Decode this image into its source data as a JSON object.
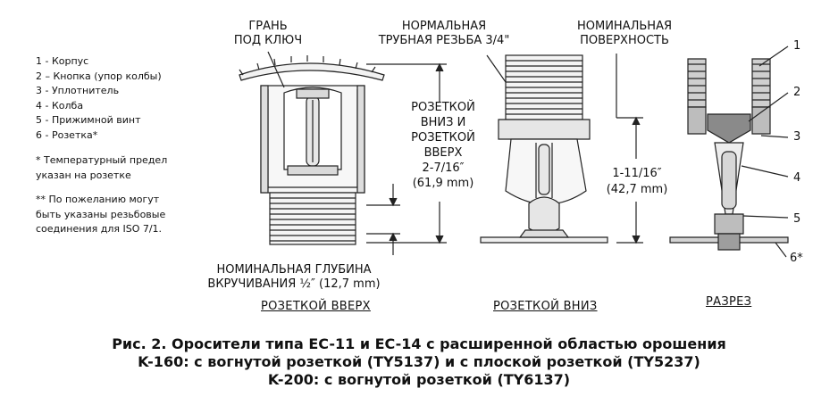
{
  "legend": [
    "1 - Корпус",
    "2 – Кнопка (упор колбы)",
    "3 - Уплотнитель",
    "4 - Колба",
    "5 - Прижимной винт",
    "6 - Розетка*"
  ],
  "notes": {
    "temp_1": "* Температурный предел",
    "temp_2": "указан на розетке",
    "iso_1": "** По пожеланию могут",
    "iso_2": "быть указаны резьбовые",
    "iso_3": "соединения для ISO 7/1."
  },
  "labels": {
    "wrench_1": "ГРАНЬ",
    "wrench_2": "ПОД КЛЮЧ",
    "thread_1": "НОРМАЛЬНАЯ",
    "thread_2": "ТРУБНАЯ РЕЗЬБА 3/4\"",
    "surface_1": "НОМИНАЛЬНАЯ",
    "surface_2": "ПОВЕРХНОСТЬ",
    "dim_a_1": "РОЗЕТКОЙ",
    "dim_a_2": "ВНИЗ И",
    "dim_a_3": "РОЗЕТКОЙ",
    "dim_a_4": "ВВЕРХ",
    "dim_a_5": "2-7/16″",
    "dim_a_6": "(61,9 mm)",
    "dim_b_1": "1-11/16″",
    "dim_b_2": "(42,7 mm)",
    "depth_1": "НОМИНАЛЬНАЯ ГЛУБИНА",
    "depth_2": "ВКРУЧИВАНИЯ ½″ (12,7 mm)"
  },
  "parts": [
    "1",
    "2",
    "3",
    "4",
    "5",
    "6*"
  ],
  "views": {
    "up": "РОЗЕТКОЙ ВВЕРХ",
    "down": "РОЗЕТКОЙ ВНИЗ",
    "section": "РАЗРЕЗ"
  },
  "caption": {
    "line1": "Рис. 2.   Оросители типа EC-11 и EC-14 с расширенной областью орошения",
    "line2": "K-160: с вогнутой розеткой (TY5137) и с плоской розеткой (TY5237)",
    "line3": "K-200: с вогнутой розеткой (TY6137)"
  }
}
